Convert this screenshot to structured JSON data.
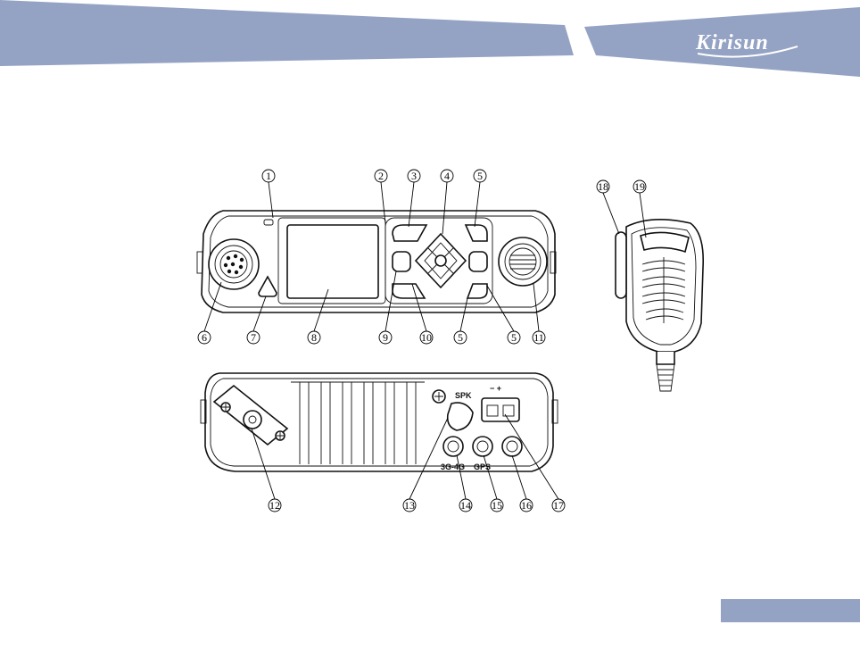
{
  "header": {
    "banner_color": "#94a2c3",
    "logo_text": "Kirisun"
  },
  "footer": {
    "bar_color": "#94a2c3"
  },
  "diagram": {
    "callouts": [
      "1",
      "2",
      "3",
      "4",
      "5",
      "5",
      "5",
      "6",
      "7",
      "8",
      "9",
      "10",
      "11",
      "12",
      "13",
      "14",
      "15",
      "16",
      "17",
      "18",
      "19"
    ],
    "rear_labels": {
      "spk": "SPK",
      "port_4g": "3G-4G",
      "port_gps": "GPS",
      "port_power": "− +"
    }
  }
}
